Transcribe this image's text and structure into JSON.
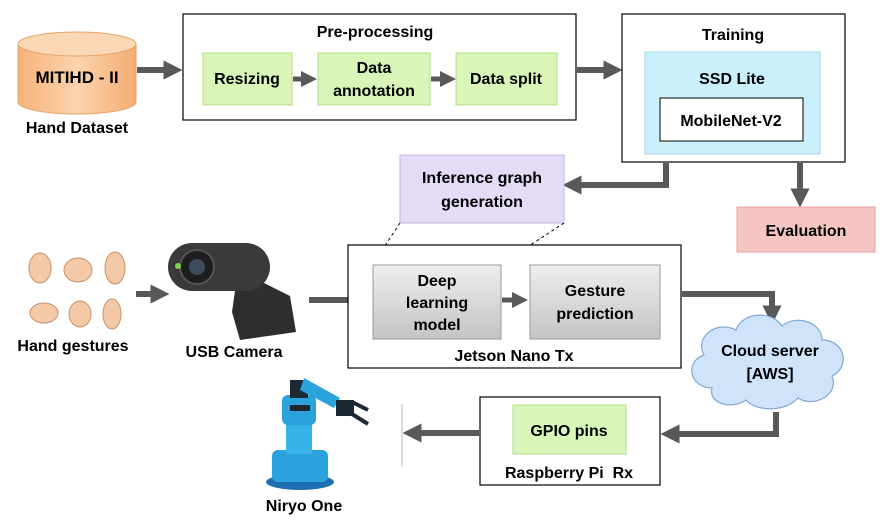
{
  "dataset": {
    "cylinder_label": "MITIHD - II",
    "caption": "Hand Dataset"
  },
  "preprocessing": {
    "title": "Pre-processing",
    "steps": [
      "Resizing",
      "Data annotation",
      "Data split"
    ]
  },
  "training": {
    "title": "Training",
    "model": "SSD Lite",
    "backbone": "MobileNet-V2"
  },
  "evaluation": "Evaluation",
  "inference_graph": "Inference graph generation",
  "gestures_caption": "Hand gestures",
  "camera_caption": "USB Camera",
  "jetson": {
    "title": "Jetson Nano Tx",
    "deep_learning": "Deep learning model",
    "gesture_prediction": "Gesture prediction"
  },
  "cloud": {
    "line1": "Cloud server",
    "line2": "[AWS]"
  },
  "raspberry": {
    "title": "Raspberry Pi  Rx",
    "gpio": "GPIO pins"
  },
  "robot_caption": "Niryo One",
  "colors": {
    "arrow": "#595959",
    "green_fill": "#d9f5b8",
    "green_stroke": "#b3dd8a",
    "cyan_fill": "#c9f0fb",
    "purple_fill": "#e4dcf6",
    "red_fill": "#f7c4c4",
    "cloud_fill": "#cfe3fb",
    "gray_fill": "#d6d6d6",
    "cylinder_fill": "#f9c99a"
  }
}
